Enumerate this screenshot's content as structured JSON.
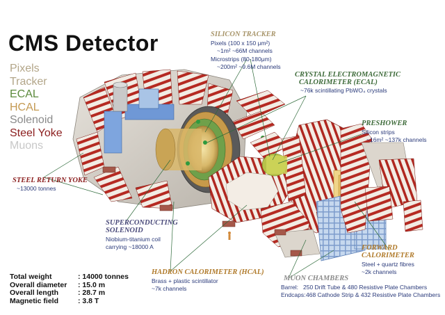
{
  "title": "CMS Detector",
  "legend": [
    {
      "label": "Pixels",
      "color": "#b3a689"
    },
    {
      "label": "Tracker",
      "color": "#b3a689"
    },
    {
      "label": "ECAL",
      "color": "#5b8a3c"
    },
    {
      "label": "HCAL",
      "color": "#c49a52"
    },
    {
      "label": "Solenoid",
      "color": "#8a8a8a"
    },
    {
      "label": "Steel Yoke",
      "color": "#8b1e1e"
    },
    {
      "label": "Muons",
      "color": "#c8c8c8"
    }
  ],
  "labels": {
    "silicon_tracker": {
      "title": "SILICON TRACKER",
      "line1": "Pixels (100 x 150 μm²)",
      "line2": "~1m²       ~66M channels",
      "line3": "Microstrips (80-180μm)",
      "line4": "~200m²   ~9.6M channels"
    },
    "ecal": {
      "title_line1": "CRYSTAL ELECTROMAGNETIC",
      "title_line2": "CALORIMETER (ECAL)",
      "line1": "~76k scintillating PbWO₄ crystals"
    },
    "preshower": {
      "title": "PRESHOWER",
      "line1": "Silicon strips",
      "line2": "~16m²     ~137k channels"
    },
    "steel_yoke": {
      "title": "STEEL RETURN YOKE",
      "line1": "~13000 tonnes"
    },
    "solenoid": {
      "title_line1": "SUPERCONDUCTING",
      "title_line2": "SOLENOID",
      "line1": "Niobium-titanium coil",
      "line2": "carrying ~18000 A"
    },
    "forward_cal": {
      "title_line1": "FORWARD",
      "title_line2": "CALORIMETER",
      "line1": "Steel + quartz fibres",
      "line2": "~2k channels"
    },
    "hcal": {
      "title": "HADRON CALORIMETER (HCAL)",
      "line1": "Brass + plastic scintillator",
      "line2": "~7k channels"
    },
    "muon": {
      "title": "MUON CHAMBERS",
      "barrel_key": "Barrel:",
      "barrel_val": "250 Drift Tube & 480 Resistive Plate Chambers",
      "endcaps_key": "Endcaps:",
      "endcaps_val": "468 Cathode Strip & 432 Resistive Plate Chambers"
    }
  },
  "specs": [
    {
      "key": "Total weight",
      "value": ": 14000 tonnes"
    },
    {
      "key": "Overall diameter",
      "value": ": 15.0 m"
    },
    {
      "key": "Overall length",
      "value": ": 28.7 m"
    },
    {
      "key": "Magnetic field",
      "value": ": 3.8 T"
    }
  ],
  "colors": {
    "silicon_tracker_title": "#a8956a",
    "ecal_title": "#3e6b3a",
    "preshower_title": "#3e6b3a",
    "steel_yoke_title": "#8b1e1e",
    "solenoid_title": "#4a4a7a",
    "forward_title": "#b07a2a",
    "hcal_title": "#b07a2a",
    "muon_title": "#8a8a8a",
    "body_text": "#2a3a7a"
  }
}
